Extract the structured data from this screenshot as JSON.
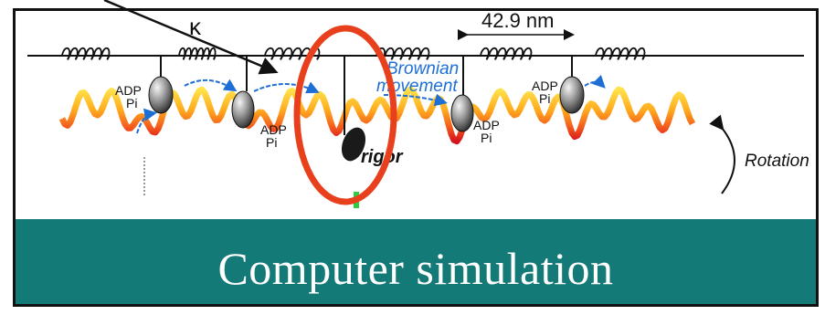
{
  "labels": {
    "kappa": "κ",
    "distance": "42.9 nm",
    "brownian_line1": "Brownian",
    "brownian_line2": "movement",
    "rigor": "rigor",
    "rotation": "Rotation",
    "adp": "ADP",
    "pi": "Pi"
  },
  "banner": {
    "text": "Computer simulation"
  },
  "colors": {
    "banner": "#147a77",
    "highlight_circle": "#e8401c",
    "blue_arrows": "#1d6fd6",
    "marker": "#2ecc40"
  },
  "icons": [
    "motor-head-icon",
    "spring-icon",
    "arrow-icon",
    "rotation-arrow-icon"
  ]
}
